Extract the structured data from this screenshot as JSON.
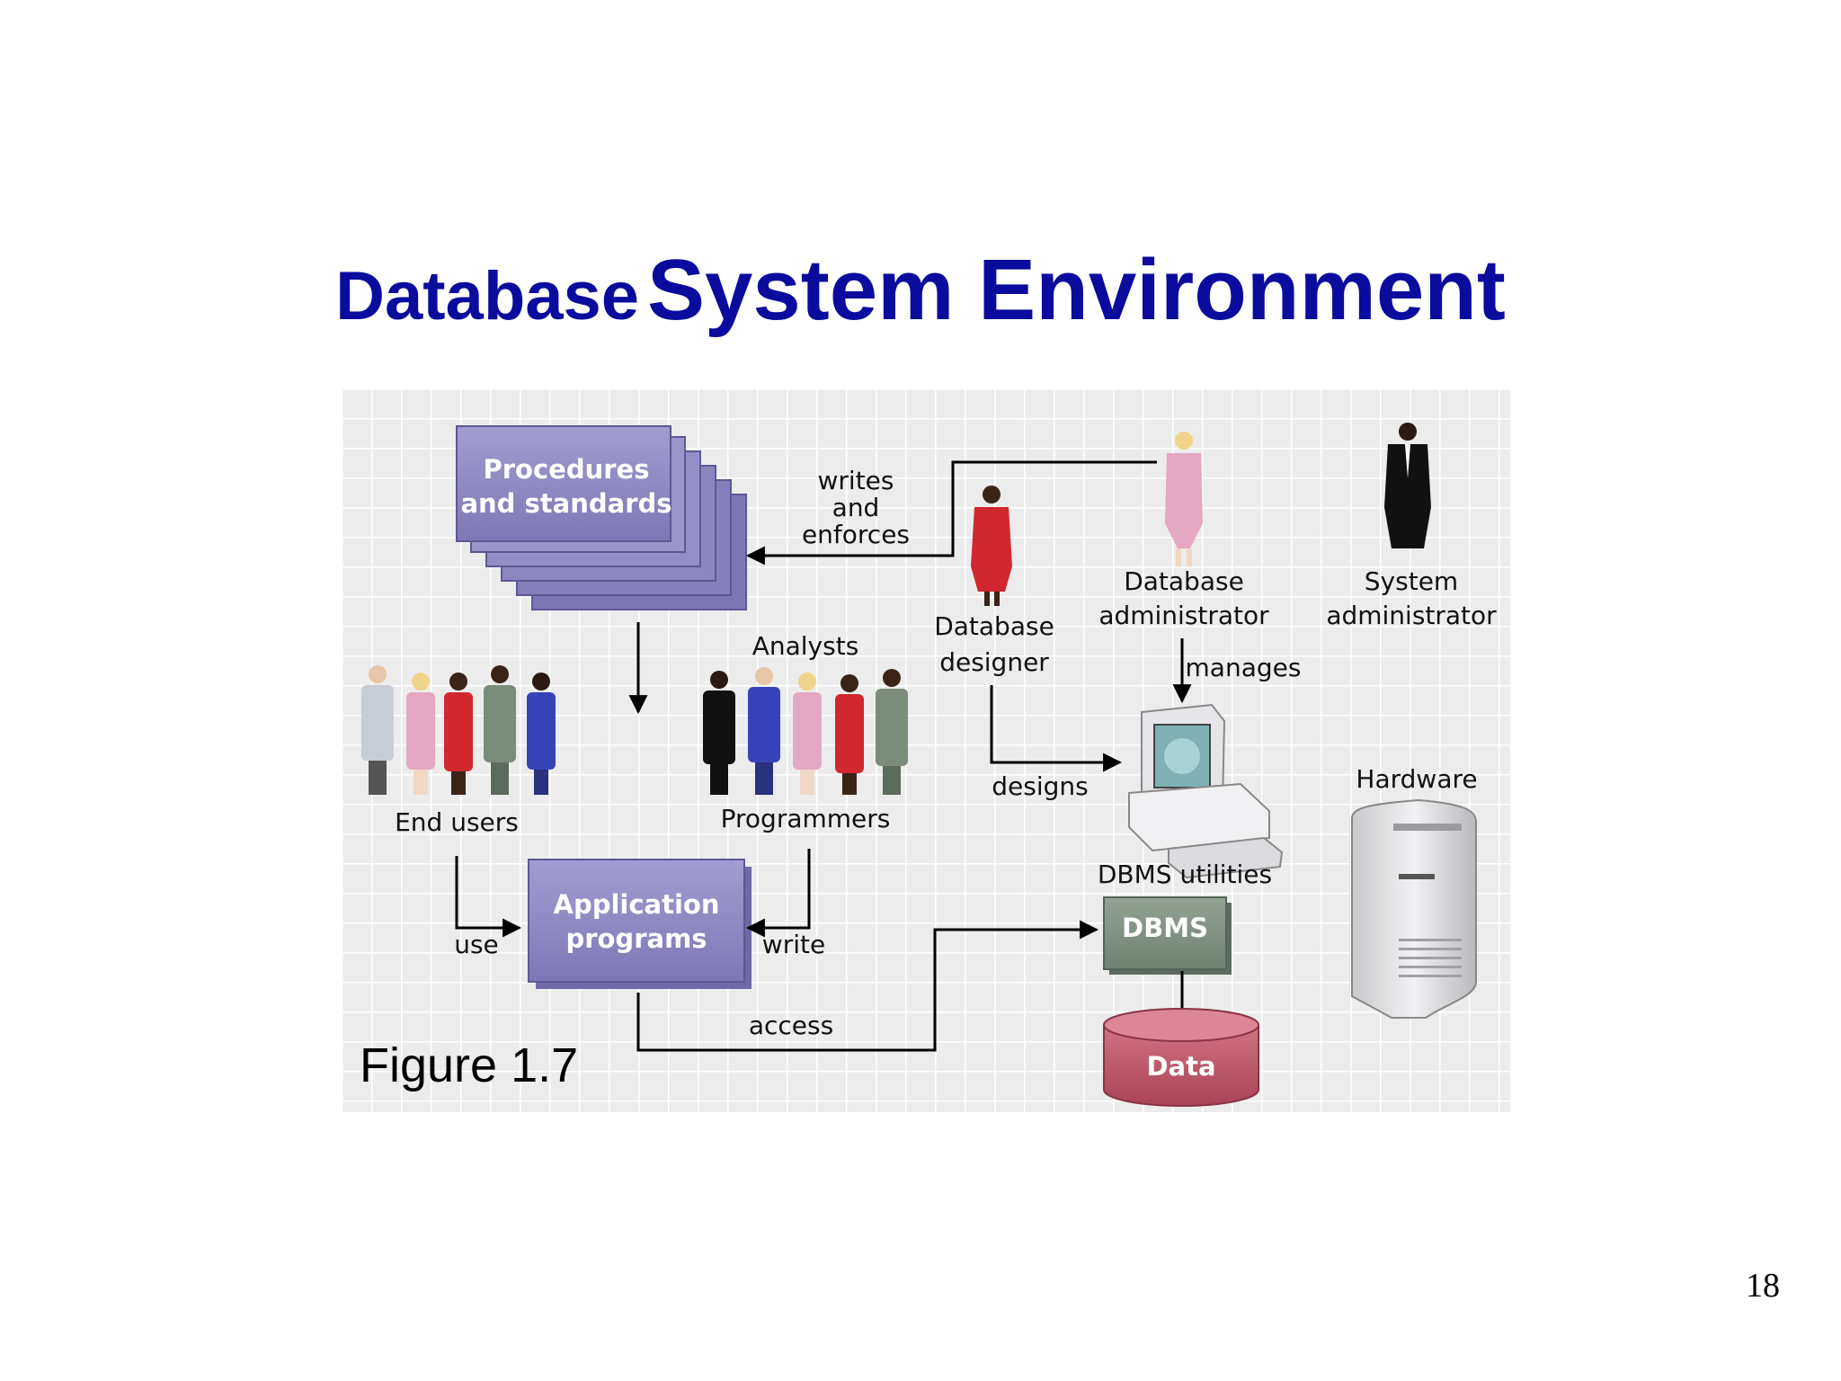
{
  "title": {
    "part1": "Database",
    "part2": "System Environment"
  },
  "page_number": "18",
  "figure_caption": "Figure 1.7",
  "diagram": {
    "procedures_box": {
      "line1": "Procedures",
      "line2": "and standards"
    },
    "writes_and_enforces": {
      "line1": "writes",
      "line2": "and",
      "line3": "enforces"
    },
    "database_designer": {
      "line1": "Database",
      "line2": "designer"
    },
    "database_administrator": {
      "line1": "Database",
      "line2": "administrator"
    },
    "system_administrator": {
      "line1": "System",
      "line2": "administrator"
    },
    "analysts": "Analysts",
    "programmers": "Programmers",
    "end_users": "End users",
    "manages": "manages",
    "designs": "designs",
    "hardware": "Hardware",
    "dbms_utilities": "DBMS utilities",
    "dbms": "DBMS",
    "data": "Data",
    "application_box": {
      "line1": "Application",
      "line2": "programs"
    },
    "use": "use",
    "write": "write",
    "access": "access"
  },
  "colors": {
    "title": "#0b0b9e",
    "program_box": "#8e88c2",
    "dbms_box": "#7f9180",
    "data_cylinder": "#c45a6c",
    "background_grid": "#ececec"
  }
}
